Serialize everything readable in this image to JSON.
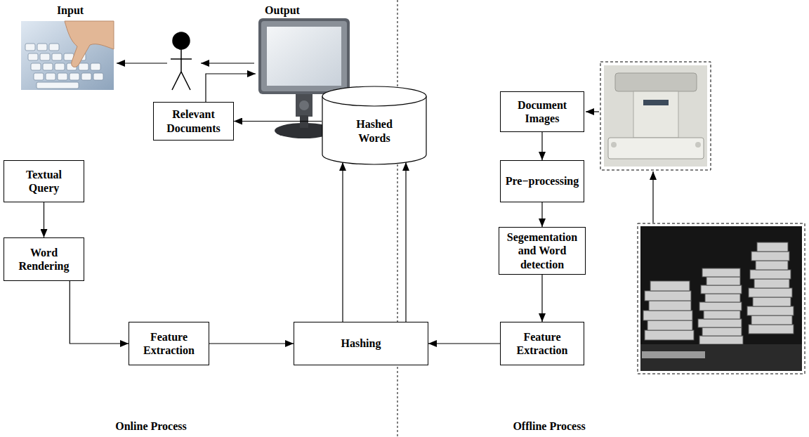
{
  "diagram": {
    "nodes": [
      {
        "text": [
          "Textual Query"
        ]
      },
      {
        "text": [
          "Word Rendering"
        ]
      },
      {
        "text": [
          "Feature Extraction"
        ]
      },
      {
        "text": [
          "Relevant Documents"
        ]
      },
      {
        "text": [
          "Hashed Words"
        ]
      },
      {
        "text": [
          "Hashing"
        ]
      },
      {
        "text": [
          "Document Images"
        ]
      },
      {
        "text": [
          "Pre−processing"
        ]
      },
      {
        "text": [
          "Segementation and Word detection"
        ]
      },
      {
        "text": [
          "Feature Extraction"
        ]
      }
    ],
    "edges": [
      {
        "from": 0,
        "to": 1,
        "arrow": "to"
      },
      {
        "from": 1,
        "to": 2,
        "arrow": "to"
      },
      {
        "from": 2,
        "to": 5,
        "arrow": "to"
      },
      {
        "from": 5,
        "to": 4,
        "arrow": "to"
      },
      {
        "from": 5,
        "to": 4,
        "arrow": "to"
      },
      {
        "from": 9,
        "to": 5,
        "arrow": "to"
      },
      {
        "from": 4,
        "to": 3,
        "arrow": "to"
      },
      {
        "from": 6,
        "to": 7,
        "arrow": "to"
      },
      {
        "from": 7,
        "to": 8,
        "arrow": "to"
      },
      {
        "from": 8,
        "to": 9,
        "arrow": "to"
      }
    ],
    "labels": [
      "Input",
      "Output",
      "Online Process",
      "Offline Process"
    ]
  }
}
